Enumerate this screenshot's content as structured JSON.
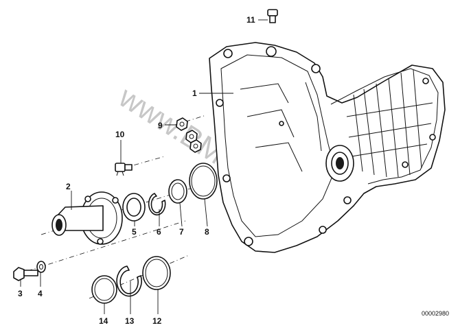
{
  "watermark": "www.BMWstore.pl",
  "reference_code": "00002980",
  "callouts": {
    "c1": "1",
    "c2": "2",
    "c3": "3",
    "c4": "4",
    "c5": "5",
    "c6": "6",
    "c7": "7",
    "c8": "8",
    "c9": "9",
    "c10": "10",
    "c11": "11",
    "c12": "12",
    "c13": "13",
    "c14": "14"
  }
}
